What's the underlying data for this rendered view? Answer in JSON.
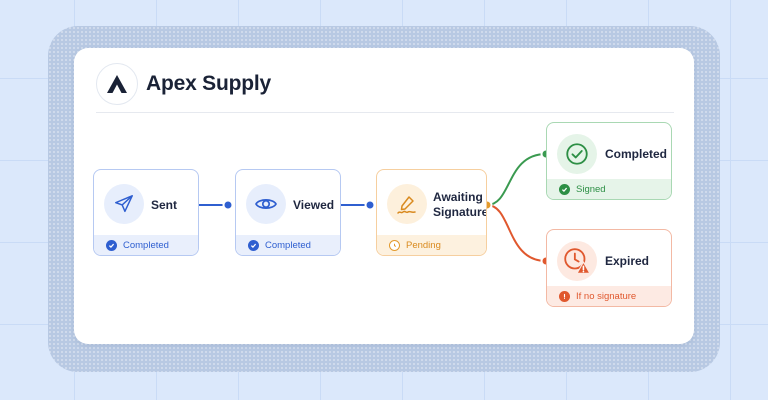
{
  "brand": {
    "name": "Apex Supply",
    "logo_icon": "apex-logo-icon"
  },
  "colors": {
    "blue": "#2f5fd0",
    "orange": "#e39a2d",
    "green": "#3a9a50",
    "red": "#e0582e"
  },
  "flow": {
    "sent": {
      "label": "Sent",
      "status": "Completed",
      "icon": "paper-plane-icon"
    },
    "viewed": {
      "label": "Viewed",
      "status": "Completed",
      "icon": "eye-icon"
    },
    "awaiting": {
      "label_line1": "Awaiting",
      "label_line2": "Signature",
      "status": "Pending",
      "icon": "signature-pen-icon"
    },
    "completed": {
      "label": "Completed",
      "status": "Signed",
      "icon": "check-circle-icon"
    },
    "expired": {
      "label": "Expired",
      "status": "If no signature",
      "icon": "clock-warning-icon"
    }
  }
}
